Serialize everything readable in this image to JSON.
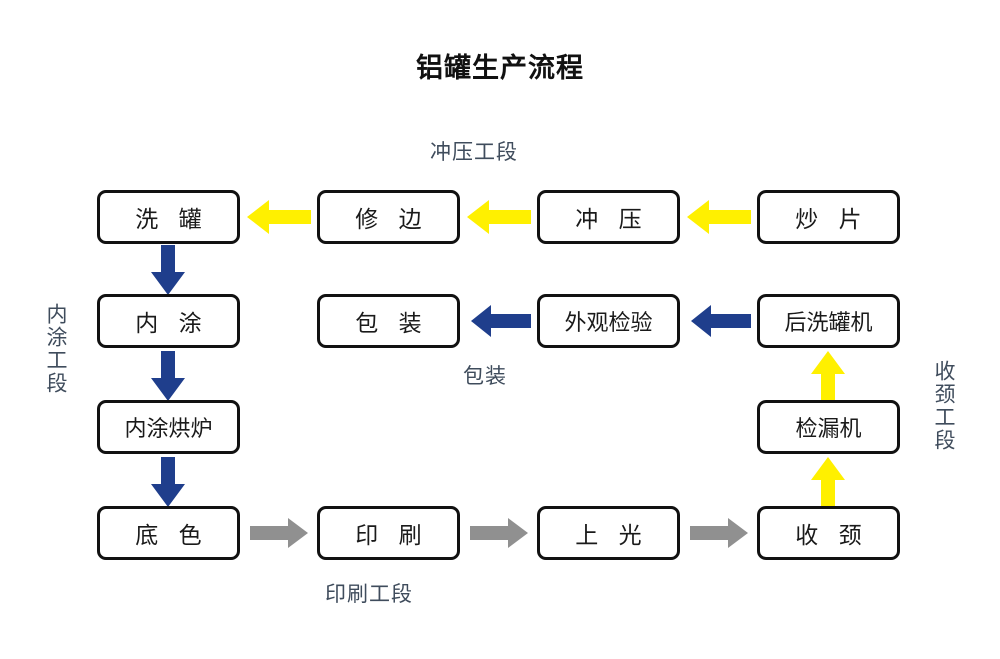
{
  "title": "铝罐生产流程",
  "colors": {
    "yellow": "#FFF000",
    "blue": "#1F3E8C",
    "gray": "#909090",
    "box_border": "#111111",
    "stage_label": "#3F4C5C",
    "background": "#FFFFFF"
  },
  "nodes": [
    {
      "id": "wash-can",
      "label": "洗 罐",
      "row": 1,
      "col": 1
    },
    {
      "id": "trim",
      "label": "修 边",
      "row": 1,
      "col": 2
    },
    {
      "id": "stamping",
      "label": "冲 压",
      "row": 1,
      "col": 3
    },
    {
      "id": "blank-cut",
      "label": "炒 片",
      "row": 1,
      "col": 4
    },
    {
      "id": "inner-coating",
      "label": "内 涂",
      "row": 2,
      "col": 1
    },
    {
      "id": "packaging",
      "label": "包 装",
      "row": 2,
      "col": 2
    },
    {
      "id": "visual-inspect",
      "label": "外观检验",
      "row": 2,
      "col": 3
    },
    {
      "id": "post-washer",
      "label": "后洗罐机",
      "row": 2,
      "col": 4
    },
    {
      "id": "coating-oven",
      "label": "内涂烘炉",
      "row": 3,
      "col": 1
    },
    {
      "id": "leak-tester",
      "label": "检漏机",
      "row": 3,
      "col": 4
    },
    {
      "id": "base-color",
      "label": "底 色",
      "row": 4,
      "col": 1
    },
    {
      "id": "printing",
      "label": "印 刷",
      "row": 4,
      "col": 2
    },
    {
      "id": "varnishing",
      "label": "上 光",
      "row": 4,
      "col": 3
    },
    {
      "id": "necking",
      "label": "收 颈",
      "row": 4,
      "col": 4
    }
  ],
  "stage_labels": {
    "stamping_section": "冲压工段",
    "inner_coating_section": "内涂工段",
    "packaging_section": "包装",
    "necking_section": "收颈工段",
    "printing_section": "印刷工段"
  },
  "flow": {
    "sequence": [
      "炒片",
      "冲压",
      "修边",
      "洗罐",
      "内涂",
      "内涂烘炉",
      "底色",
      "印刷",
      "上光",
      "收颈",
      "检漏机",
      "后洗罐机",
      "外观检验",
      "包装"
    ],
    "arrows": [
      {
        "from": "炒片",
        "to": "冲压",
        "direction": "left",
        "color": "yellow"
      },
      {
        "from": "冲压",
        "to": "修边",
        "direction": "left",
        "color": "yellow"
      },
      {
        "from": "修边",
        "to": "洗罐",
        "direction": "left",
        "color": "yellow"
      },
      {
        "from": "洗罐",
        "to": "内涂",
        "direction": "down",
        "color": "blue"
      },
      {
        "from": "内涂",
        "to": "内涂烘炉",
        "direction": "down",
        "color": "blue"
      },
      {
        "from": "内涂烘炉",
        "to": "底色",
        "direction": "down",
        "color": "blue"
      },
      {
        "from": "底色",
        "to": "印刷",
        "direction": "right",
        "color": "gray"
      },
      {
        "from": "印刷",
        "to": "上光",
        "direction": "right",
        "color": "gray"
      },
      {
        "from": "上光",
        "to": "收颈",
        "direction": "right",
        "color": "gray"
      },
      {
        "from": "收颈",
        "to": "检漏机",
        "direction": "up",
        "color": "yellow"
      },
      {
        "from": "检漏机",
        "to": "后洗罐机",
        "direction": "up",
        "color": "yellow"
      },
      {
        "from": "后洗罐机",
        "to": "外观检验",
        "direction": "left",
        "color": "blue"
      },
      {
        "from": "外观检验",
        "to": "包装",
        "direction": "left",
        "color": "blue"
      }
    ]
  }
}
